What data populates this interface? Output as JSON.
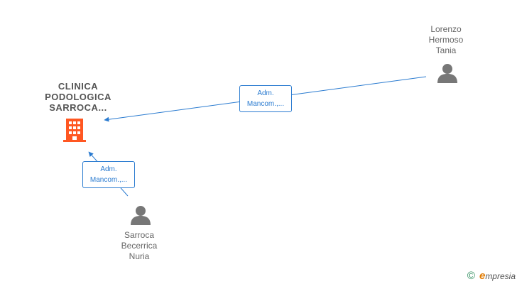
{
  "company": {
    "name": "CLINICA\nPODOLOGICA\nSARROCA...",
    "icon": "building-icon",
    "color": "#ff5722"
  },
  "persons": [
    {
      "name": "Lorenzo\nHermoso\nTania",
      "icon": "person-icon"
    },
    {
      "name": "Sarroca\nBecerrica\nNuria",
      "icon": "person-icon"
    }
  ],
  "edges": [
    {
      "label": "Adm.\nMancom.,..."
    },
    {
      "label": "Adm.\nMancom.,..."
    }
  ],
  "footer": {
    "copyright_symbol": "©",
    "brand_initial": "e",
    "brand_rest": "mpresia"
  },
  "colors": {
    "edge": "#2a7bd0",
    "person": "#777777"
  }
}
